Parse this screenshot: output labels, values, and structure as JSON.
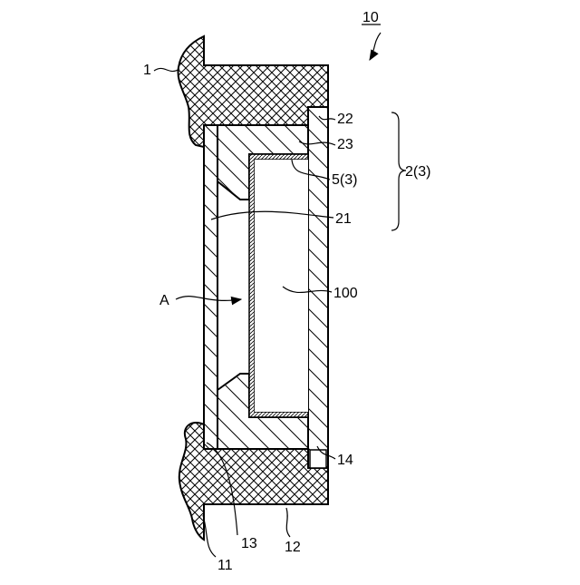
{
  "figure": {
    "reference": "10",
    "labels": {
      "housing": "1",
      "housing_bottom_left": "11",
      "housing_bottom": "12",
      "housing_step": "13",
      "housing_notch": "14",
      "cover_layer": "22",
      "cover_upper": "23",
      "inner_layer": "5(3)",
      "group": "2(3)",
      "lens_body": "21",
      "cavity": "100",
      "arrow_a": "A"
    }
  },
  "colors": {
    "ink": "#000000",
    "background": "#ffffff"
  }
}
